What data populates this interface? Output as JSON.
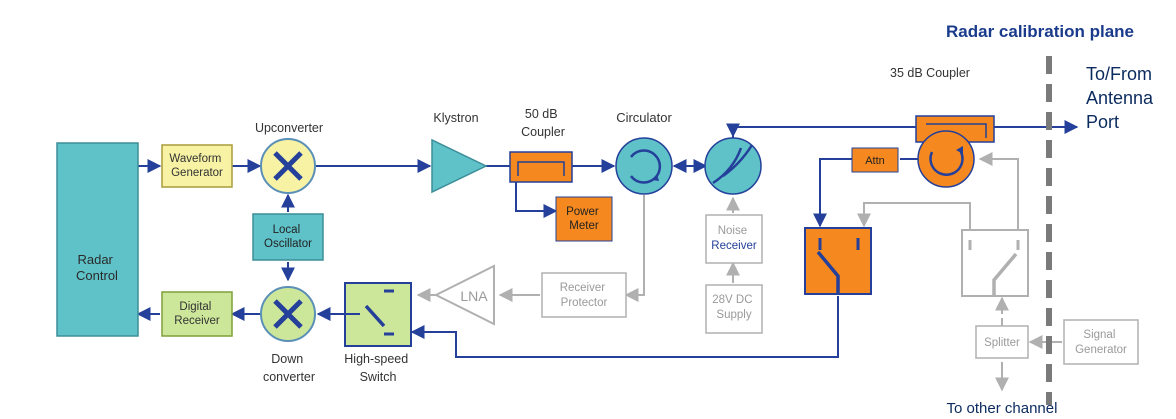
{
  "title": "Radar calibration plane",
  "labels": {
    "radar_control": [
      "Radar",
      "Control"
    ],
    "waveform_generator": [
      "Waveform",
      "Generator"
    ],
    "upconverter": "Upconverter",
    "local_oscillator": [
      "Local",
      "Oscillator"
    ],
    "down_converter": [
      "Down",
      "converter"
    ],
    "digital_receiver": [
      "Digital",
      "Receiver"
    ],
    "high_speed_switch": [
      "High-speed",
      "Switch"
    ],
    "klystron": "Klystron",
    "coupler_50": [
      "50 dB",
      "Coupler"
    ],
    "power_meter": [
      "Power",
      "Meter"
    ],
    "circulator": "Circulator",
    "noise_receiver": [
      "Noise",
      "Receiver"
    ],
    "supply_28v": [
      "28V DC",
      "Supply"
    ],
    "receiver_protector": [
      "Receiver",
      "Protector"
    ],
    "lna": "LNA",
    "coupler_35": "35 dB Coupler",
    "attn": "Attn",
    "to_from_antenna": [
      "To/From",
      "Antenna",
      "Port"
    ],
    "splitter": "Splitter",
    "signal_generator": [
      "Signal",
      "Generator"
    ],
    "to_other_channel": "To other channel"
  },
  "colors": {
    "line": "#24409a",
    "grey_line": "#b0b0b0",
    "teal_block": "#5fc2c9",
    "yellow_block": "#f7f2a4",
    "green_block": "#cde79a",
    "orange_block": "#f5891f",
    "title": "#1a3b8c"
  }
}
